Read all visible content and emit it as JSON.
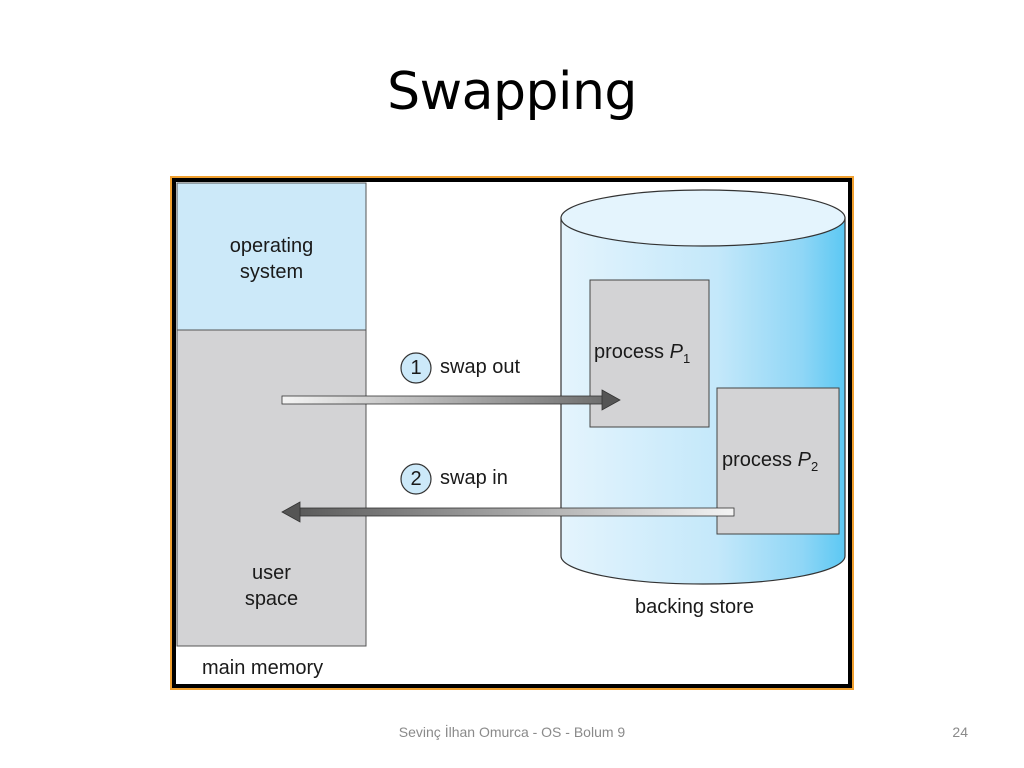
{
  "slide": {
    "title": "Swapping",
    "footer_text": "Sevinç İlhan Omurca - OS - Bolum 9",
    "page_number": "24"
  },
  "diagram": {
    "os_label_line1": "operating",
    "os_label_line2": "system",
    "user_label_line1": "user",
    "user_label_line2": "space",
    "main_memory_label": "main memory",
    "backing_store_label": "backing store",
    "step1_number": "1",
    "step1_label": "swap out",
    "step2_number": "2",
    "step2_label": "swap in",
    "process1_prefix": "process ",
    "process1_name": "P",
    "process1_sub": "1",
    "process2_prefix": "process ",
    "process2_name": "P",
    "process2_sub": "2"
  },
  "colors": {
    "os_fill": "#cce9f9",
    "user_fill": "#d3d3d5",
    "frame_orange": "#f0a030",
    "cylinder_light": "#e4f4fd",
    "cylinder_dark": "#5cc8f3"
  }
}
